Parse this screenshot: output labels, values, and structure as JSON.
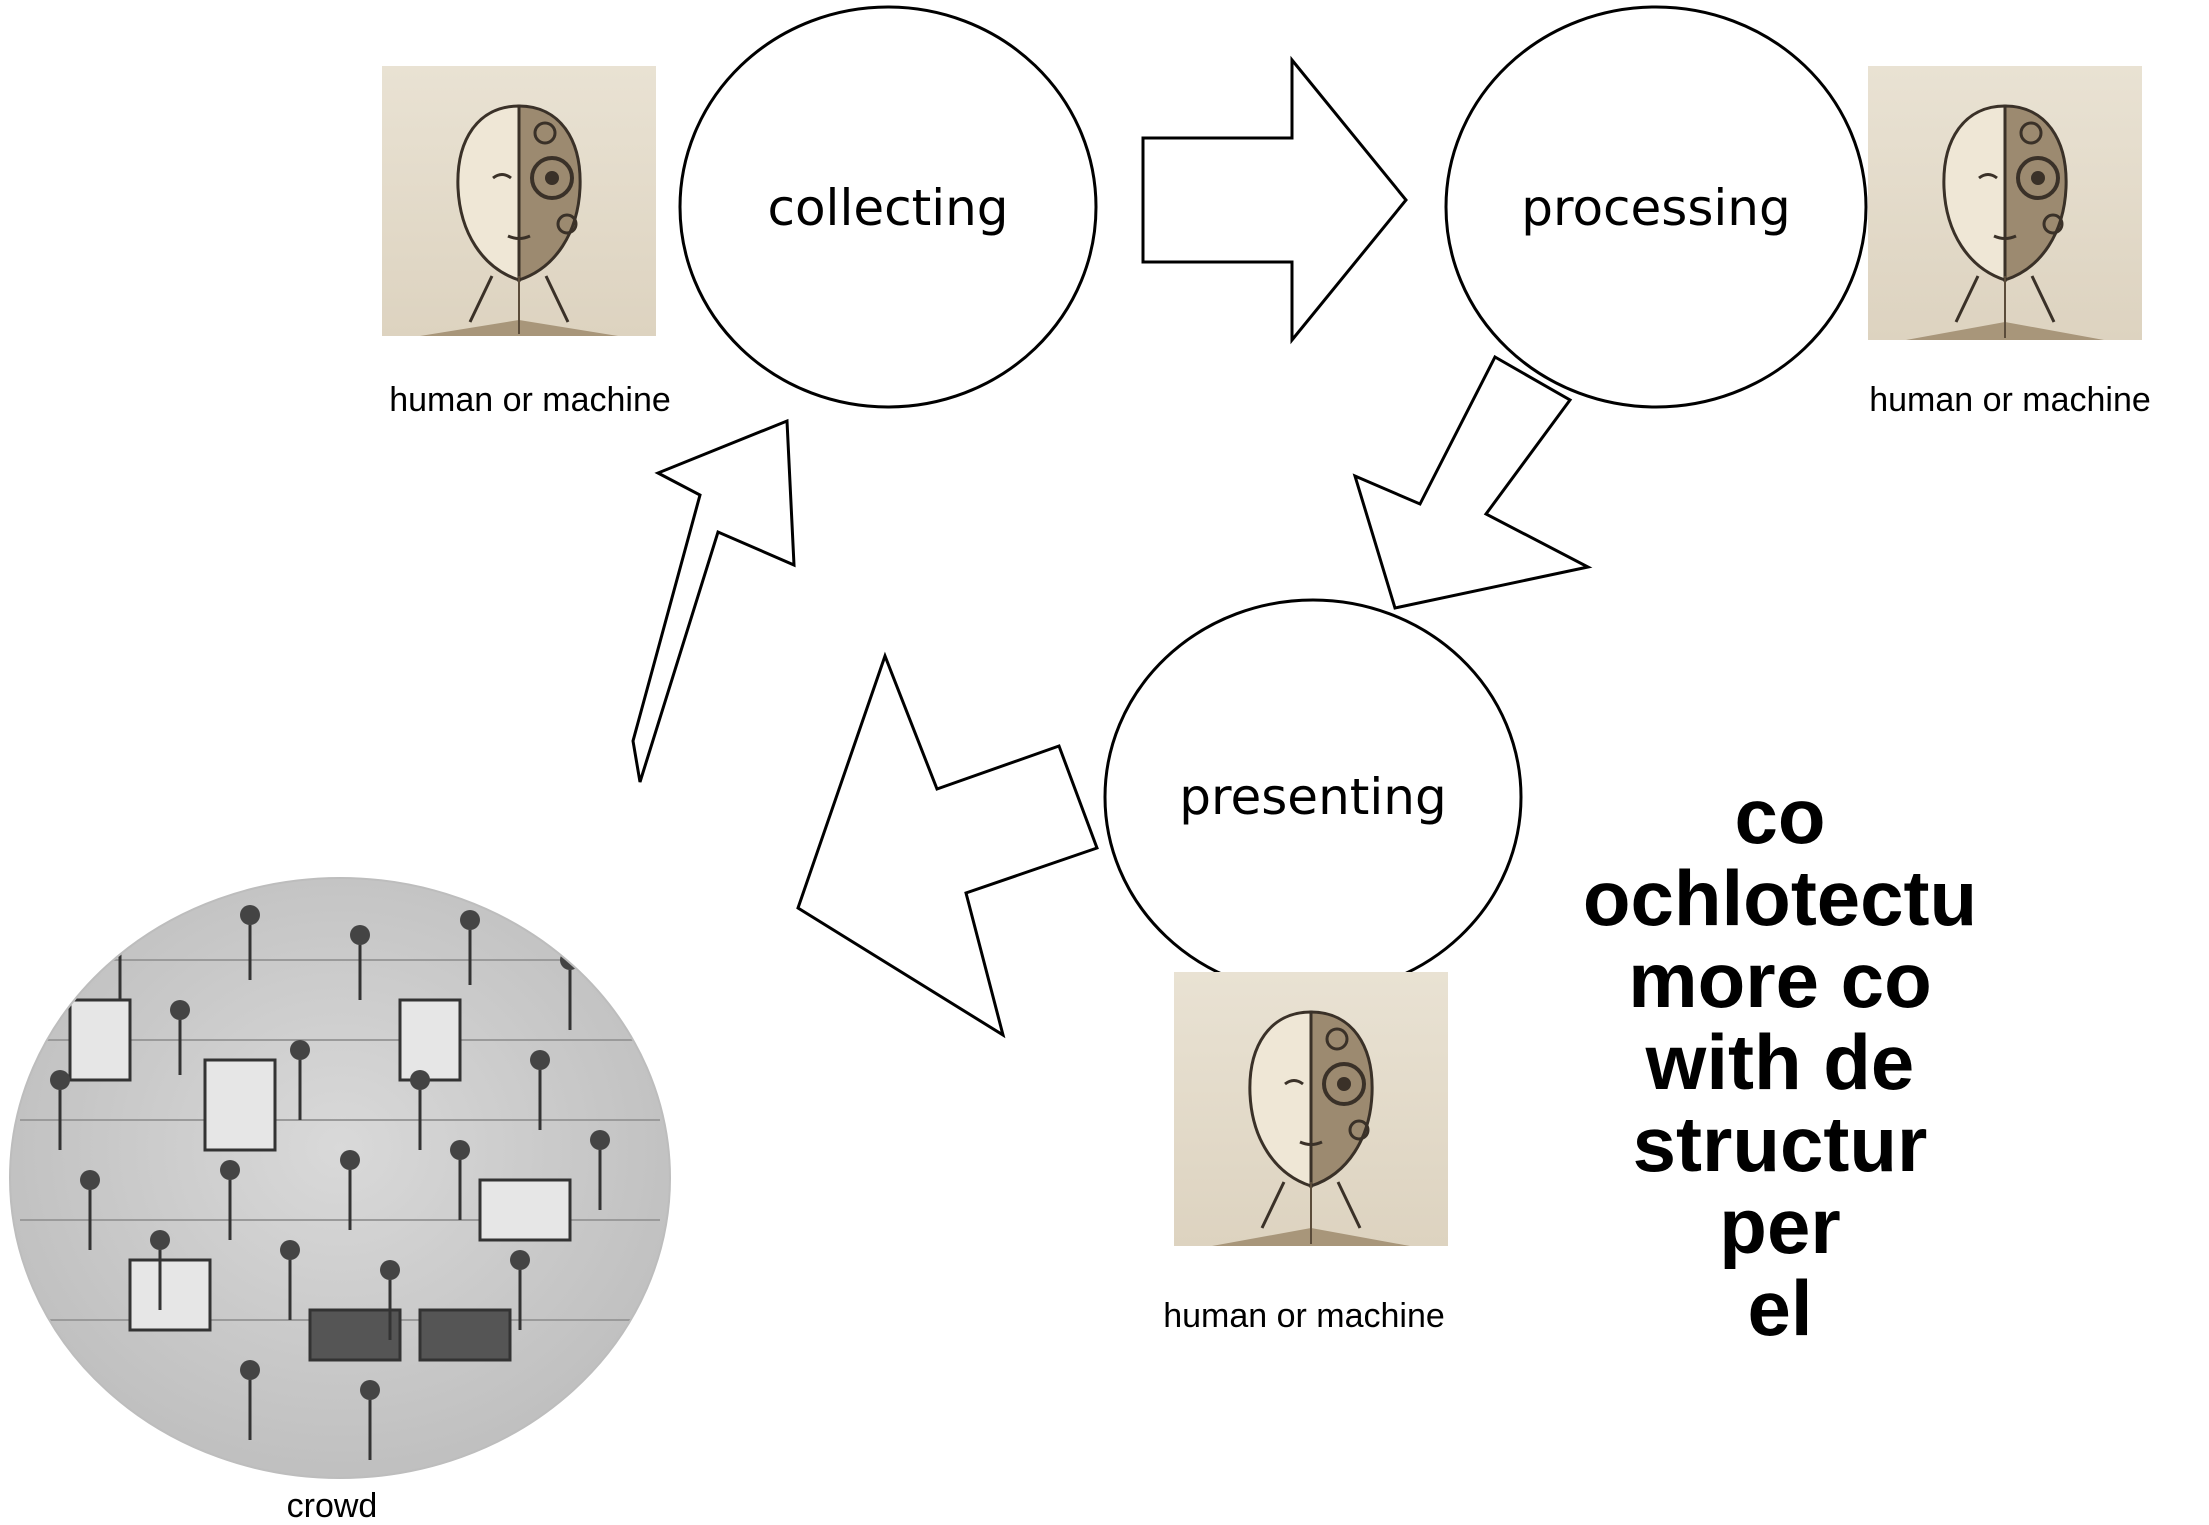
{
  "nodes": {
    "collecting": "collecting",
    "processing": "processing",
    "presenting": "presenting"
  },
  "captions": {
    "collecting_agent": "human or machine",
    "processing_agent": "human or machine",
    "presenting_agent": "human or machine",
    "crowd": "crowd"
  },
  "side_text": {
    "lines": [
      "co",
      "ochlotectu",
      "more co",
      "with de",
      "structur",
      "per",
      "el"
    ]
  }
}
